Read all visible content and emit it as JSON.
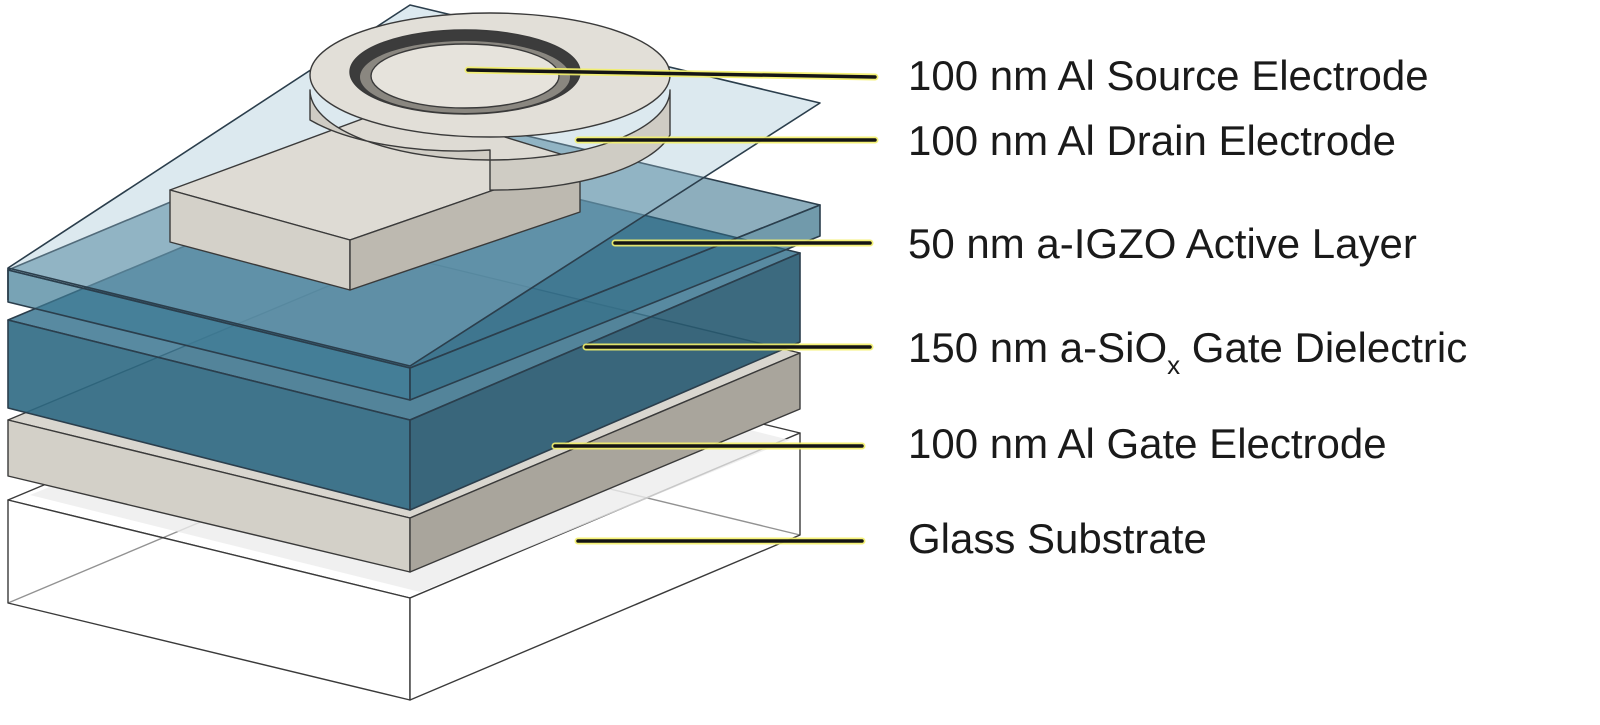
{
  "layers": [
    {
      "id": "source",
      "label": "100 nm Al Source Electrode"
    },
    {
      "id": "drain",
      "label": "100 nm Al Drain Electrode"
    },
    {
      "id": "igzo",
      "label": "50 nm a-IGZO Active Layer"
    },
    {
      "id": "sio",
      "label_prefix": "150 nm a-SiO",
      "label_subscript": "x",
      "label_suffix": " Gate Dielectric"
    },
    {
      "id": "gate",
      "label": "100 nm Al Gate Electrode"
    },
    {
      "id": "glass",
      "label": "Glass Substrate"
    }
  ],
  "colors": {
    "aluminum": "#d9d6cf",
    "aluminum_side": "#c9c6be",
    "dielectric": "#2f6c86",
    "igzo": "#8fb3c6",
    "glass_edge": "#3a3a3a",
    "leader_highlight": "#f3f06a"
  }
}
